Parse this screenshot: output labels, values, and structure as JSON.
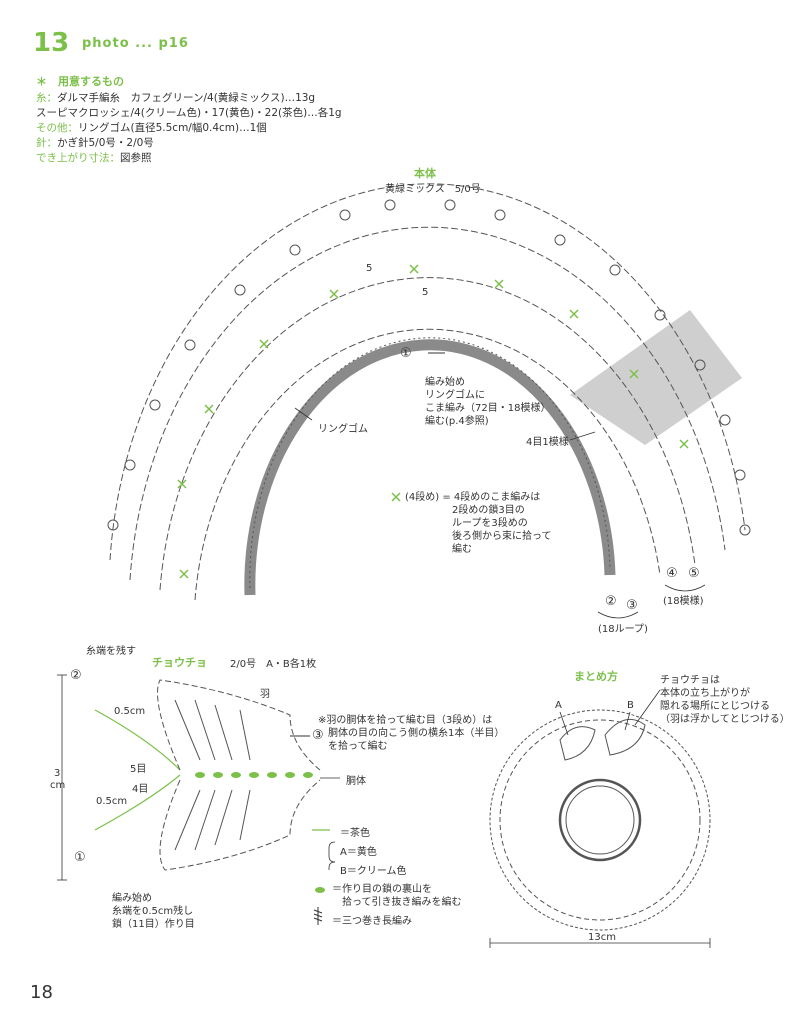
{
  "header": {
    "number": "13",
    "photo_ref": "photo ... p16"
  },
  "materials": {
    "heading": "＊　用意するもの",
    "yarn_label": "糸：",
    "yarn_1": "ダルマ手編糸　カフェグリーン/4(黄緑ミックス)…13g",
    "yarn_2": "スーピマクロッシェ/4(クリーム色)・17(黄色)・22(茶色)…各1g",
    "other_label": "その他：",
    "other": "リングゴム(直径5.5cm/幅0.4cm)…1個",
    "needle_label": "針：",
    "needle": "かぎ針5/0号・2/0号",
    "size_label": "でき上がり寸法：",
    "size": "図参照"
  },
  "body_chart": {
    "title": "本体",
    "subtitle": "黄緑ミックス　5/0号",
    "row_5a": "5",
    "row_5b": "5",
    "row_1": "①",
    "start_note": [
      "編み始め",
      "リングゴムに",
      "こま編み（72目・18模様）",
      "編む(p.4参照)"
    ],
    "ring_label": "リングゴム",
    "repeat_label": "4目1模様",
    "x4_note": [
      "(4段め) = 4段めのこま編みは",
      "2段めの鎖3目の",
      "ループを3段めの",
      "後ろ側から束に拾って",
      "編む"
    ],
    "row_2": "②",
    "row_3": "③",
    "row_4": "④",
    "row_5": "⑤",
    "loops_18": "(18ループ)",
    "pattern_18": "(18模様)"
  },
  "butterfly": {
    "title": "チョウチョ",
    "subtitle": "2/0号　A・B各1枚",
    "leave_end": "糸端を残す",
    "c2": "②",
    "c1": "①",
    "c3": "③",
    "half_cm_top": "0.5cm",
    "half_cm_bottom": "0.5cm",
    "st5": "5目",
    "st4": "4目",
    "height_cm": "3",
    "height_unit": "cm",
    "wing": "羽",
    "body": "胴体",
    "wing_note": [
      "※羽の胴体を拾って編む目（3段め）は",
      "胴体の目の向こう側の横糸1本（半目）",
      "を拾って編む"
    ],
    "start": [
      "編み始め",
      "糸端を0.5cm残し",
      "鎖（11目）作り目"
    ],
    "legend_brown": "＝茶色",
    "legend_a": "A＝黄色",
    "legend_b": "B＝クリーム色",
    "legend_dot": [
      "＝作り目の鎖の裏山を",
      "拾って引き抜き編みを編む"
    ],
    "legend_tr": "＝三つ巻き長編み"
  },
  "assembly": {
    "title": "まとめ方",
    "label_a": "A",
    "label_b": "B",
    "note": [
      "チョウチョは",
      "本体の立ち上がりが",
      "隠れる場所にとじつける",
      "（羽は浮かしてとじつける）"
    ],
    "width": "13cm"
  },
  "page_number": "18",
  "colors": {
    "accent": "#7cc04a",
    "ink": "#333333",
    "ring": "#8a8a8a",
    "shade": "#c9c9c9"
  }
}
